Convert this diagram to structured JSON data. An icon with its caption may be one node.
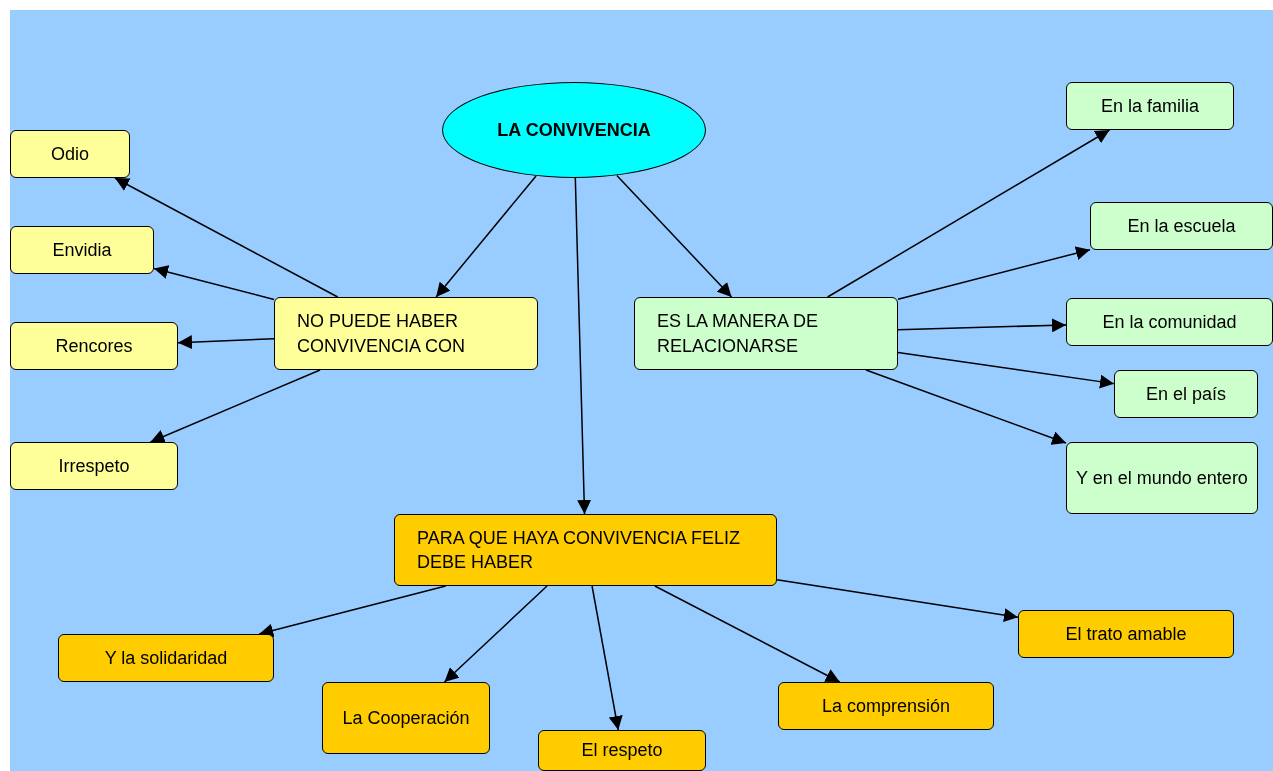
{
  "diagram": {
    "nodes": [
      {
        "text": [
          "LA CONVIVENCIA"
        ]
      },
      {
        "text": [
          "NO PUEDE HABER CONVIVENCIA CON"
        ]
      },
      {
        "text": [
          "ES LA MANERA DE RELACIONARSE"
        ]
      },
      {
        "text": [
          "PARA QUE HAYA CONVIVENCIA FELIZ DEBE HABER"
        ]
      },
      {
        "text": [
          "Odio"
        ]
      },
      {
        "text": [
          "Envidia"
        ]
      },
      {
        "text": [
          "Rencores"
        ]
      },
      {
        "text": [
          "Irrespeto"
        ]
      },
      {
        "text": [
          "En la familia"
        ]
      },
      {
        "text": [
          "En la escuela"
        ]
      },
      {
        "text": [
          "En la comunidad"
        ]
      },
      {
        "text": [
          "En el país"
        ]
      },
      {
        "text": [
          "Y en el mundo entero"
        ]
      },
      {
        "text": [
          "Y la solidaridad"
        ]
      },
      {
        "text": [
          "La Cooperación"
        ]
      },
      {
        "text": [
          "El respeto"
        ]
      },
      {
        "text": [
          "La comprensión"
        ]
      },
      {
        "text": [
          "El trato amable"
        ]
      }
    ],
    "edges": [
      {
        "from": 0,
        "to": 1,
        "arrow": "to"
      },
      {
        "from": 0,
        "to": 2,
        "arrow": "to"
      },
      {
        "from": 0,
        "to": 3,
        "arrow": "to"
      },
      {
        "from": 1,
        "to": 4,
        "arrow": "to"
      },
      {
        "from": 1,
        "to": 5,
        "arrow": "to"
      },
      {
        "from": 1,
        "to": 6,
        "arrow": "to"
      },
      {
        "from": 1,
        "to": 7,
        "arrow": "to"
      },
      {
        "from": 2,
        "to": 8,
        "arrow": "to"
      },
      {
        "from": 2,
        "to": 9,
        "arrow": "to"
      },
      {
        "from": 2,
        "to": 10,
        "arrow": "to"
      },
      {
        "from": 2,
        "to": 11,
        "arrow": "to"
      },
      {
        "from": 2,
        "to": 12,
        "arrow": "to"
      },
      {
        "from": 3,
        "to": 13,
        "arrow": "to"
      },
      {
        "from": 3,
        "to": 14,
        "arrow": "to"
      },
      {
        "from": 3,
        "to": 15,
        "arrow": "to"
      },
      {
        "from": 3,
        "to": 16,
        "arrow": "to"
      },
      {
        "from": 3,
        "to": 17,
        "arrow": "to"
      }
    ]
  }
}
